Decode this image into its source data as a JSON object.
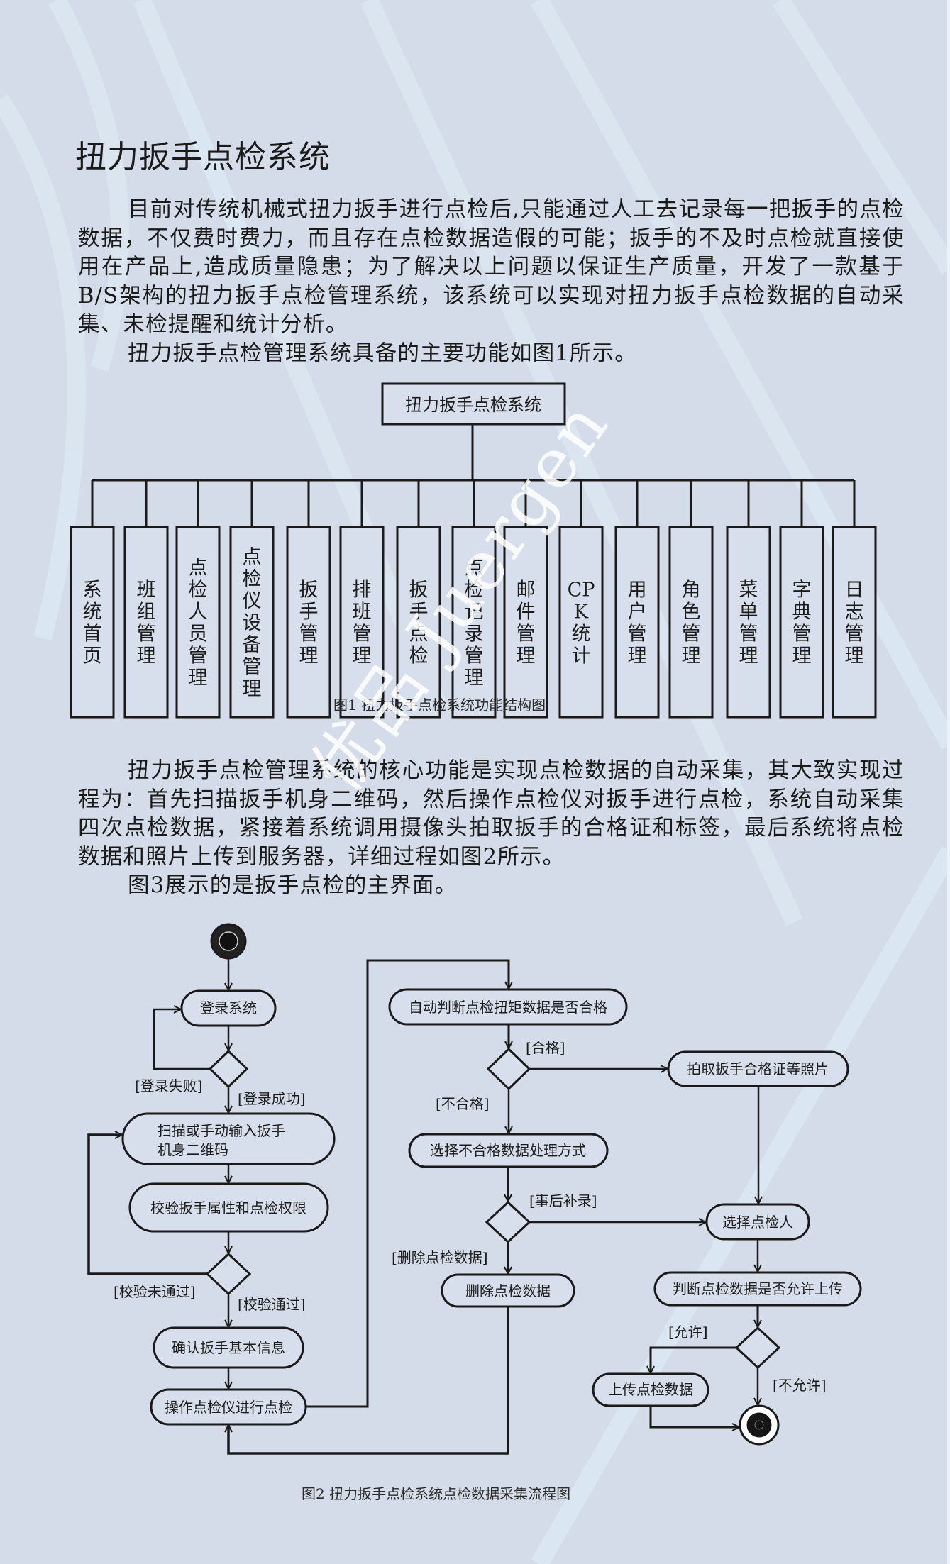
{
  "title": "扭力扳手点检系统",
  "paragraphs": {
    "intro": "目前对传统机械式扭力扳手进行点检后,只能通过人工去记录每一把扳手的点检数据，不仅费时费力，而且存在点检数据造假的可能；扳手的不及时点检就直接使用在产品上,造成质量隐患；为了解决以上问题以保证生产质量，开发了一款基于B/S架构的扭力扳手点检管理系统，该系统可以实现对扭力扳手点检数据的自动采集、未检提醒和统计分析。",
    "intro_b": "扭力扳手点检管理系统具备的主要功能如图1所示。",
    "core": "扭力扳手点检管理系统的核心功能是实现点检数据的自动采集，其大致实现过程为：首先扫描扳手机身二维码，然后操作点检仪对扳手进行点检，系统自动采集四次点检数据，紧接着系统调用摄像头拍取扳手的合格证和标签，最后系统将点检数据和照片上传到服务器，详细过程如图2所示。",
    "core_b": "图3展示的是扳手点检的主界面。"
  },
  "figure1": {
    "caption": "图1 扭力扳手点检系统功能结构图",
    "root": "扭力扳手点检系统",
    "modules": [
      "系统首页",
      "班组管理",
      "点检人员管理",
      "点检仪设备管理",
      "扳手管理",
      "排班管理",
      "扳手点检",
      "点检记录管理",
      "邮件管理",
      "CPK统计",
      "用户管理",
      "角色管理",
      "菜单管理",
      "字典管理",
      "日志管理"
    ]
  },
  "figure2": {
    "caption": "图2 扭力扳手点检系统点检数据采集流程图",
    "nodes": {
      "login": "登录系统",
      "scan_1": "扫描或手动输入扳手",
      "scan_2": "机身二维码",
      "verify": "校验扳手属性和点检权限",
      "confirm": "确认扳手基本信息",
      "operate": "操作点检仪进行点检",
      "auto_judge": "自动判断点检扭矩数据是否合格",
      "photo": "拍取扳手合格证等照片",
      "choose_method": "选择不合格数据处理方式",
      "choose_inspector": "选择点检人",
      "delete": "删除点检数据",
      "judge_upload": "判断点检数据是否允许上传",
      "upload": "上传点检数据"
    },
    "guards": {
      "login_fail": "[登录失败]",
      "login_ok": "[登录成功]",
      "verify_fail": "[校验未通过]",
      "verify_ok": "[校验通过]",
      "pass": "[合格]",
      "fail": "[不合格]",
      "supplement": "[事后补录]",
      "delete": "[删除点检数据]",
      "allow": "[允许]",
      "deny": "[不允许]"
    }
  },
  "watermark": "优品 Juergen",
  "colors": {
    "background": "#d3dce8",
    "ink": "#1a1a1a",
    "box_fill": "#d6dfeb"
  }
}
